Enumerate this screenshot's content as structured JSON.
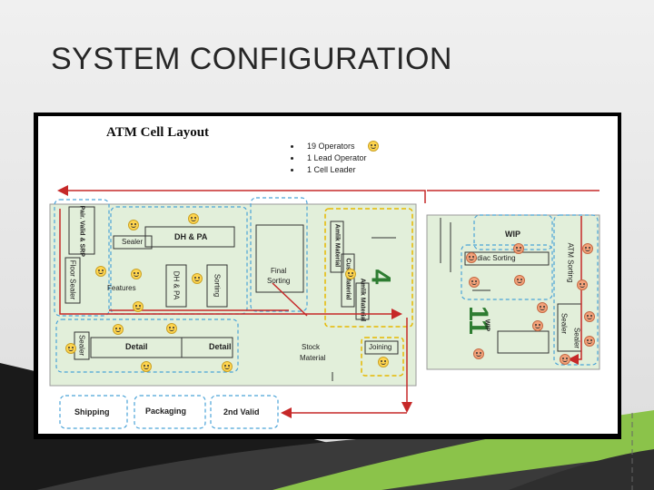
{
  "slide": {
    "title": "SYSTEM CONFIGURATION"
  },
  "layout": {
    "heading": "ATM Cell Layout",
    "bullets": [
      "19 Operators",
      "1 Lead Operator",
      "1 Cell Leader"
    ],
    "stations": {
      "pair_valid": "Pair. Valid & SRP",
      "dh_pa_top": "DH & PA",
      "sealer_top": "Sealer",
      "final_sorting_1": "Final",
      "final_sorting_2": "Sorting",
      "amlik_material": "Amlik Material",
      "cust_material": "Cust. Material",
      "amlik_material_2": "Amlik Material",
      "floor_sealer": "Floor Sealer",
      "features": "Features",
      "dh_pa_side": "DH & PA",
      "sorting": "Sorting",
      "sealer_left": "Sealer",
      "detail_1": "Detail",
      "detail_2": "Detail",
      "stock_1": "Stock",
      "stock_2": "Material",
      "joining": "Joining",
      "wip": "WIP",
      "zodiac_sorting": "Zodiac Sorting",
      "atm_sorting": "ATM Sorting",
      "wip_small": "WIP",
      "sealer_r1": "Sealer",
      "sealer_r2": "Sealer",
      "shipping": "Shipping",
      "packaging": "Packaging",
      "second_valid": "2nd Valid"
    },
    "numbers": {
      "n4": "4",
      "n11": "11"
    },
    "colors": {
      "cell_fill": "#e2efda",
      "right_fill": "#e2efda",
      "flow_arrow": "#c62828",
      "dashed_blue": "#4aa3d8",
      "dashed_yellow": "#e6b800",
      "big_number": "#2e7d32",
      "accent_green": "#8bc34a"
    }
  }
}
